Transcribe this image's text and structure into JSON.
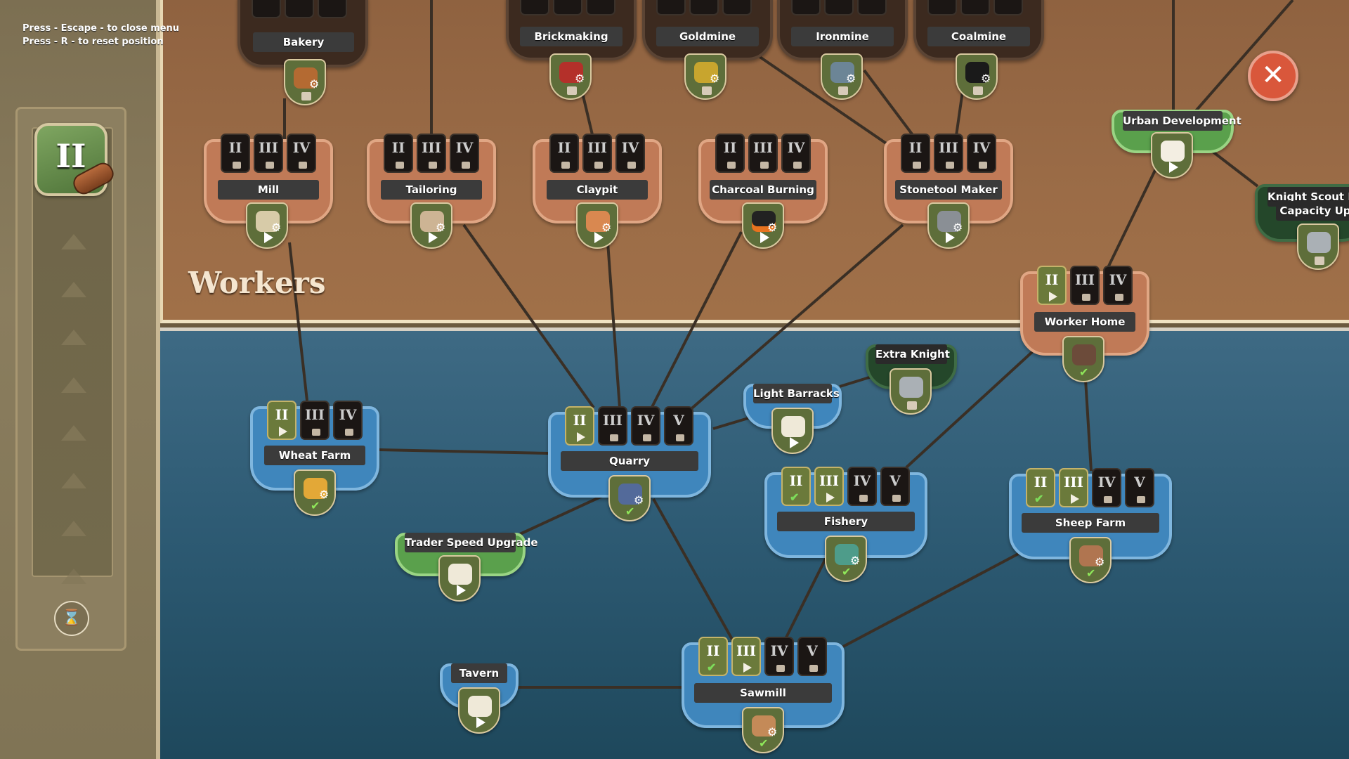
{
  "help": {
    "line1": "Press - Escape - to close menu",
    "line2": "Press - R - to reset position"
  },
  "tier_panel": {
    "current_tier": "II",
    "reset_icon": "hourglass-reset-icon"
  },
  "section": {
    "workers": "Workers"
  },
  "close": {
    "glyph": "✕"
  },
  "nodes": {
    "bakery": "Bakery",
    "brickmaking": "Brickmaking",
    "goldmine": "Goldmine",
    "ironmine": "Ironmine",
    "coalmine": "Coalmine",
    "mill": "Mill",
    "tailoring": "Tailoring",
    "claypit": "Claypit",
    "charcoal": "Charcoal Burning",
    "stonetool": "Stonetool Maker",
    "urban": "Urban Development",
    "knight_scout_1": "Knight Scout Pac",
    "knight_scout_2": "Capacity Upgr",
    "worker_home": "Worker Home",
    "extra_knight": "Extra Knight",
    "light_barracks": "Light Barracks",
    "wheat_farm": "Wheat Farm",
    "quarry": "Quarry",
    "fishery": "Fishery",
    "sheep_farm": "Sheep Farm",
    "trader_speed": "Trader Speed Upgrade",
    "tavern": "Tavern",
    "sawmill": "Sawmill"
  },
  "tier_numerals": {
    "II": "II",
    "III": "III",
    "IV": "IV",
    "V": "V"
  },
  "colors": {
    "workers_bg": "#9b6c47",
    "water_bg": "#2e5b74",
    "close": "#d9573b"
  }
}
